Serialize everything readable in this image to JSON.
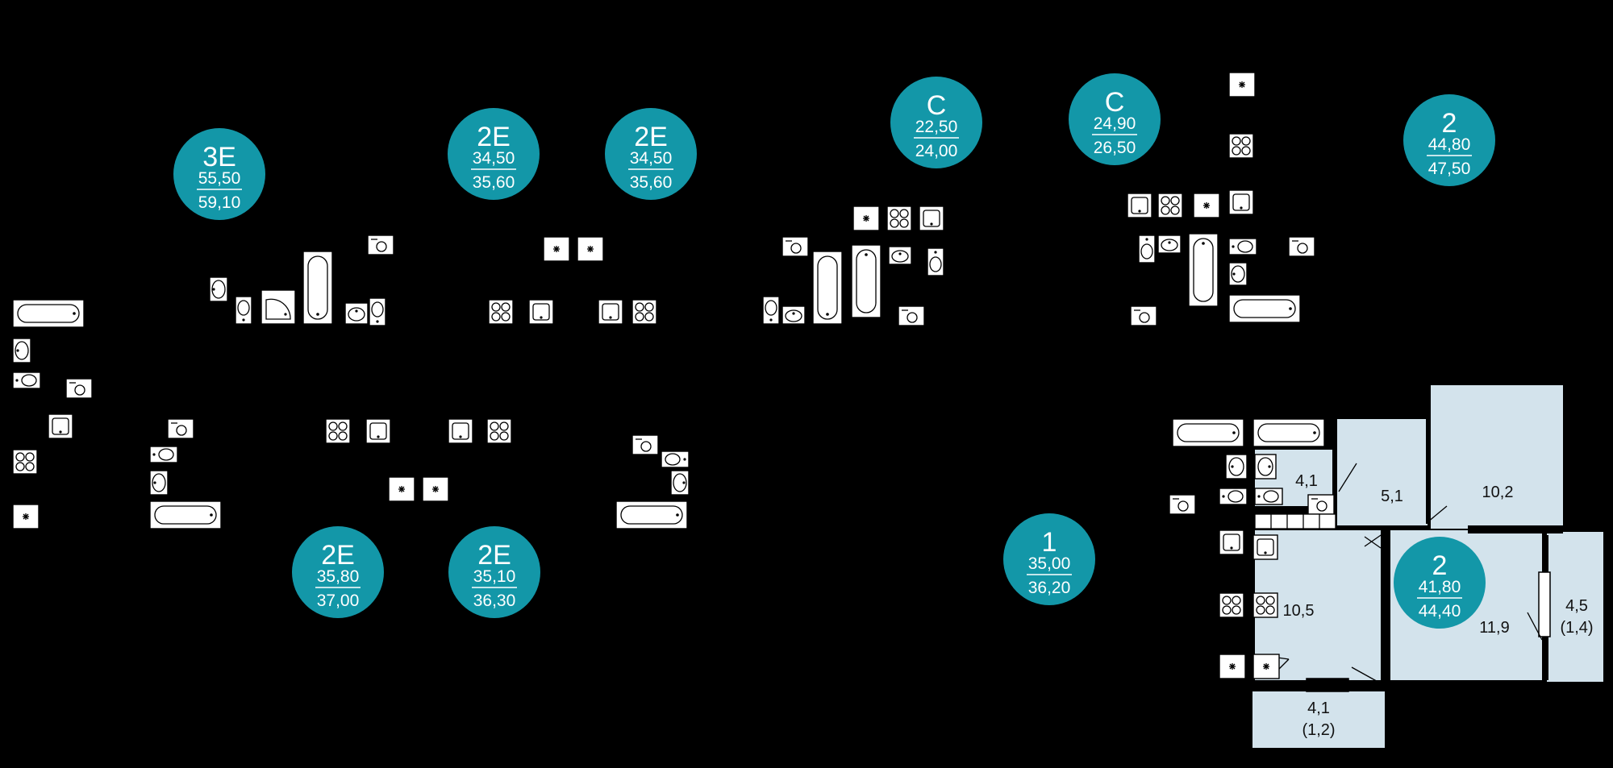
{
  "colors": {
    "background": "#000000",
    "badge": "#1397a8",
    "room": "#d3e3ec",
    "wall": "#000000",
    "fixture": "#ffffff"
  },
  "units": [
    {
      "type": "3E",
      "living": "55,50",
      "total": "59,10"
    },
    {
      "type": "2E",
      "living": "34,50",
      "total": "35,60"
    },
    {
      "type": "2E",
      "living": "34,50",
      "total": "35,60"
    },
    {
      "type": "C",
      "living": "22,50",
      "total": "24,00"
    },
    {
      "type": "C",
      "living": "24,90",
      "total": "26,50"
    },
    {
      "type": "2",
      "living": "44,80",
      "total": "47,50"
    },
    {
      "type": "2E",
      "living": "35,80",
      "total": "37,00"
    },
    {
      "type": "2E",
      "living": "35,10",
      "total": "36,30"
    },
    {
      "type": "1",
      "living": "35,00",
      "total": "36,20"
    },
    {
      "type": "2",
      "living": "41,80",
      "total": "44,40"
    }
  ],
  "rooms": [
    {
      "area": "10,2",
      "note": ""
    },
    {
      "area": "5,1",
      "note": ""
    },
    {
      "area": "4,1",
      "note": ""
    },
    {
      "area": "10,5",
      "note": ""
    },
    {
      "area": "11,9",
      "note": ""
    },
    {
      "area": "4,5",
      "note": "(1,4)"
    },
    {
      "area": "4,1",
      "note": "(1,2)"
    }
  ],
  "fixtures": [
    {
      "kind": "stove-icon"
    },
    {
      "kind": "stove-icon"
    },
    {
      "kind": "stove-icon"
    },
    {
      "kind": "stove-icon"
    },
    {
      "kind": "stove-icon"
    },
    {
      "kind": "stove-icon"
    },
    {
      "kind": "stove-icon"
    },
    {
      "kind": "stove-icon"
    },
    {
      "kind": "stove-icon"
    },
    {
      "kind": "stove-icon"
    },
    {
      "kind": "stove-icon"
    },
    {
      "kind": "stove-icon"
    },
    {
      "kind": "stove-icon"
    },
    {
      "kind": "sink-icon"
    },
    {
      "kind": "sink-icon"
    },
    {
      "kind": "sink-icon"
    },
    {
      "kind": "sink-icon"
    },
    {
      "kind": "sink-icon"
    },
    {
      "kind": "sink-icon"
    },
    {
      "kind": "sink-icon"
    },
    {
      "kind": "sink-icon"
    },
    {
      "kind": "sink-icon"
    },
    {
      "kind": "sink-icon"
    },
    {
      "kind": "sink-icon"
    },
    {
      "kind": "sink-icon"
    },
    {
      "kind": "sink-icon"
    },
    {
      "kind": "fridge-icon"
    },
    {
      "kind": "fridge-icon"
    },
    {
      "kind": "fridge-icon"
    },
    {
      "kind": "fridge-icon"
    },
    {
      "kind": "fridge-icon"
    },
    {
      "kind": "fridge-icon"
    },
    {
      "kind": "fridge-icon"
    },
    {
      "kind": "fridge-icon"
    },
    {
      "kind": "fridge-icon"
    },
    {
      "kind": "fridge-icon"
    },
    {
      "kind": "washer-icon"
    },
    {
      "kind": "washer-icon"
    },
    {
      "kind": "washer-icon"
    },
    {
      "kind": "washer-icon"
    },
    {
      "kind": "washer-icon"
    },
    {
      "kind": "washer-icon"
    },
    {
      "kind": "washer-icon"
    },
    {
      "kind": "washer-icon"
    },
    {
      "kind": "washer-icon"
    },
    {
      "kind": "washer-icon"
    },
    {
      "kind": "washer-icon"
    },
    {
      "kind": "bathtub-icon"
    },
    {
      "kind": "bathtub-icon"
    },
    {
      "kind": "bathtub-icon"
    },
    {
      "kind": "bathtub-icon"
    },
    {
      "kind": "bathtub-icon"
    },
    {
      "kind": "bathtub-icon"
    },
    {
      "kind": "bathtub-icon"
    },
    {
      "kind": "bathtub-icon"
    },
    {
      "kind": "bathtub-icon"
    },
    {
      "kind": "bathtub-icon"
    },
    {
      "kind": "bathtub-icon"
    },
    {
      "kind": "toilet-icon"
    },
    {
      "kind": "toilet-icon"
    },
    {
      "kind": "toilet-icon"
    },
    {
      "kind": "toilet-icon"
    },
    {
      "kind": "toilet-icon"
    },
    {
      "kind": "toilet-icon"
    },
    {
      "kind": "toilet-icon"
    },
    {
      "kind": "toilet-icon"
    },
    {
      "kind": "toilet-icon"
    },
    {
      "kind": "toilet-icon"
    },
    {
      "kind": "toilet-icon"
    },
    {
      "kind": "washbasin-icon"
    },
    {
      "kind": "washbasin-icon"
    },
    {
      "kind": "washbasin-icon"
    },
    {
      "kind": "washbasin-icon"
    },
    {
      "kind": "washbasin-icon"
    },
    {
      "kind": "washbasin-icon"
    },
    {
      "kind": "washbasin-icon"
    },
    {
      "kind": "washbasin-icon"
    },
    {
      "kind": "washbasin-icon"
    },
    {
      "kind": "washbasin-icon"
    },
    {
      "kind": "washbasin-icon"
    },
    {
      "kind": "shower-tray-icon"
    }
  ]
}
